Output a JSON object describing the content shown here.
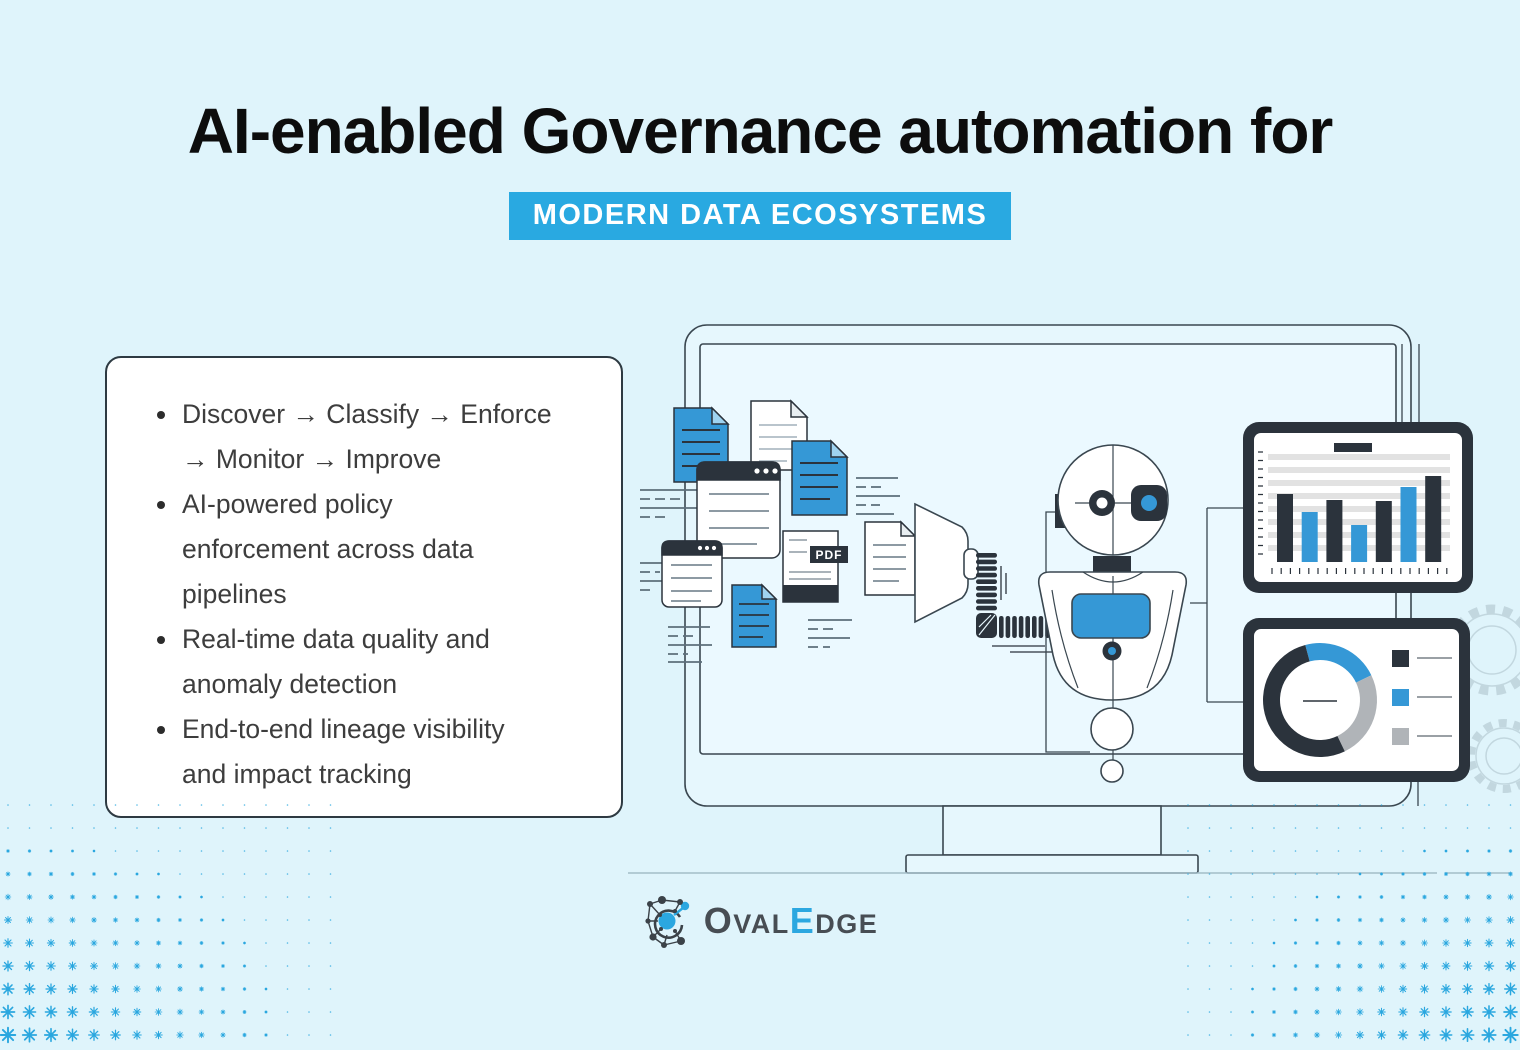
{
  "header": {
    "title": "AI-enabled Governance automation for",
    "badge": "MODERN DATA ECOSYSTEMS"
  },
  "card": {
    "bullets": [
      [
        "Discover → Classify → Enforce",
        "→ Monitor → Improve"
      ],
      [
        "AI-powered policy",
        "enforcement across data",
        "pipelines"
      ],
      [
        "Real-time data quality and",
        "anomaly detection"
      ],
      [
        "End-to-end lineage visibility",
        "and impact tracking"
      ]
    ]
  },
  "illustration": {
    "pdf_label": "PDF"
  },
  "chart_data": [
    {
      "type": "bar",
      "values": [
        68,
        50,
        62,
        37,
        61,
        75,
        86
      ],
      "bar_colors": [
        "#2b333c",
        "#3598d6",
        "#2b333c",
        "#3598d6",
        "#2b333c",
        "#3598d6",
        "#2b333c"
      ],
      "ylim": [
        0,
        100
      ],
      "grid": "horizontal-stripes",
      "legend_position": "none"
    },
    {
      "type": "donut",
      "segments": [
        {
          "value": 22,
          "color": "#3598d6"
        },
        {
          "value": 25,
          "color": "#b0b4b8"
        },
        {
          "value": 53,
          "color": "#2b333c"
        }
      ],
      "start_angle": -105,
      "legend": [
        {
          "color": "#2b333c"
        },
        {
          "color": "#3598d6"
        },
        {
          "color": "#b0b4b8"
        }
      ],
      "legend_position": "right"
    }
  ],
  "logo": {
    "o": "O",
    "val": "VAL",
    "e": "E",
    "dge": "DGE"
  },
  "colors": {
    "background": "#dff4fb",
    "accent_blue": "#29a9e1",
    "doc_blue": "#3598d6",
    "dark_navy": "#2b333c",
    "pattern_blue": "#2aa7df"
  }
}
